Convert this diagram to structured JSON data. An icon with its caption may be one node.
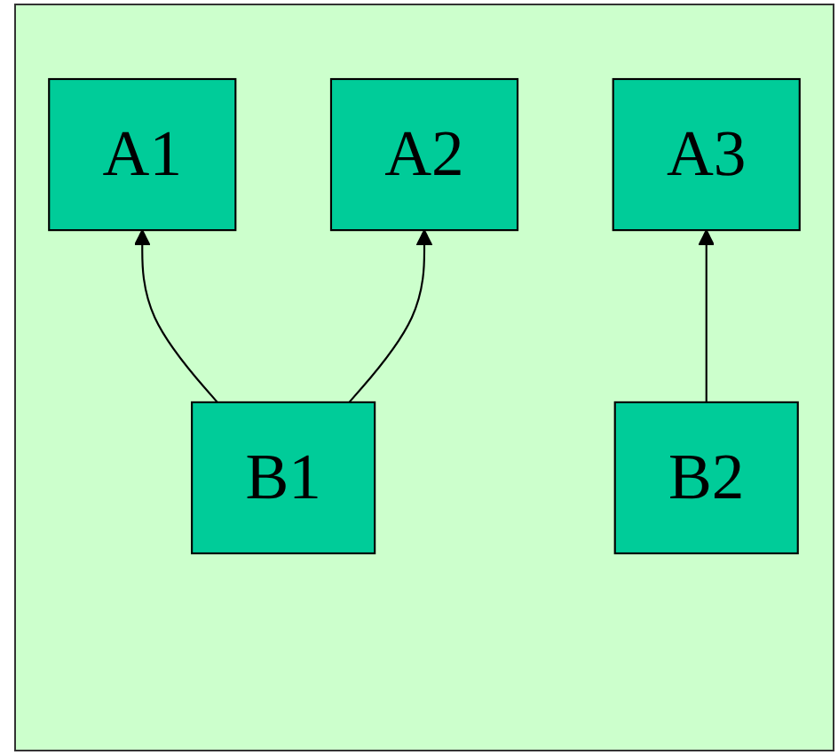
{
  "diagram": {
    "nodes": [
      {
        "text": [
          "A1"
        ]
      },
      {
        "text": [
          "A2"
        ]
      },
      {
        "text": [
          "A3"
        ]
      },
      {
        "text": [
          "B1"
        ]
      },
      {
        "text": [
          "B2"
        ]
      }
    ],
    "edges": [
      {
        "from": 3,
        "to": 0,
        "arrow": "to"
      },
      {
        "from": 3,
        "to": 1,
        "arrow": "to"
      },
      {
        "from": 4,
        "to": 2,
        "arrow": "to"
      }
    ]
  }
}
